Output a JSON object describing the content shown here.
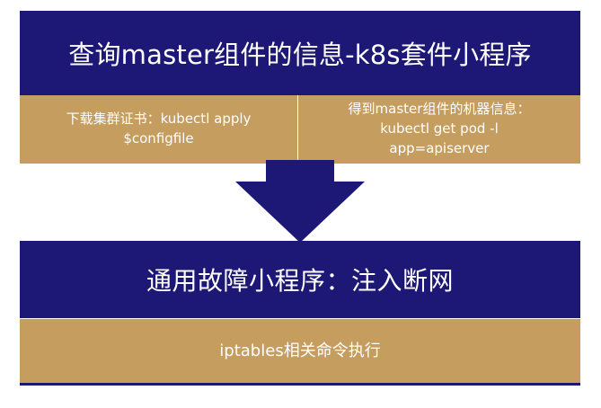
{
  "top_block": {
    "title": "查询master组件的信息-k8s套件小程序",
    "left_lines": [
      "下载集群证书：kubectl apply",
      "$configfile"
    ],
    "right_lines": [
      "得到master组件的机器信息：",
      "kubectl get pod  -l",
      "app=apiserver"
    ]
  },
  "bottom_block": {
    "title": "通用故障小程序：注入断网",
    "command": "iptables相关命令执行"
  },
  "colors": {
    "header_bg": "#1d1876",
    "gold_bg": "#c59d5f",
    "arrow": "#1d1876"
  },
  "icons": {
    "arrow": "down-arrow-icon"
  }
}
